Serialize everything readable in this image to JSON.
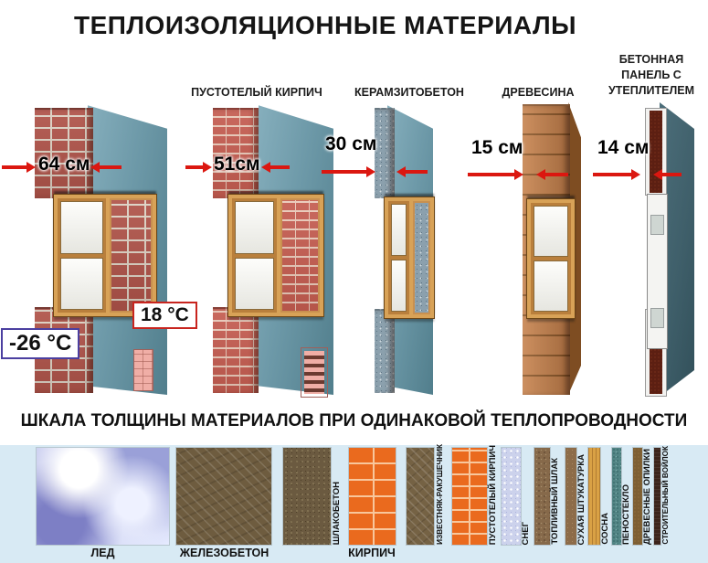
{
  "title": "ТЕПЛОИЗОЛЯЦИОННЫЕ МАТЕРИАЛЫ",
  "panels": [
    {
      "label": "",
      "material": "кирпич (сплошной)",
      "thickness": "64 см"
    },
    {
      "label": "ПУСТОТЕЛЫЙ КИРПИЧ",
      "material": "пустотелый кирпич",
      "thickness": "51см"
    },
    {
      "label": "КЕРАМЗИТОБЕТОН",
      "material": "керамзитобетон",
      "thickness": "30 см"
    },
    {
      "label": "ДРЕВЕСИНА",
      "material": "древесина",
      "thickness": "15 см"
    },
    {
      "label": "БЕТОННАЯ ПАНЕЛЬ С УТЕПЛИТЕЛЕМ",
      "material": "бетонная панель с утеплителем",
      "thickness": "14 см"
    }
  ],
  "temperatures": {
    "outside_label": "-26 °C",
    "inside_label": "18 °C"
  },
  "scale": {
    "title": "ШКАЛА ТОЛЩИНЫ МАТЕРИАЛОВ ПРИ ОДИНАКОВОЙ ТЕПЛОПРОВОДНОСТИ",
    "materials": [
      {
        "name": "ЛЕД"
      },
      {
        "name": "ЖЕЛЕЗОБЕТОН"
      },
      {
        "name": "ШЛАКОБЕТОН"
      },
      {
        "name": "КИРПИЧ"
      },
      {
        "name": "ИЗВЕСТНЯК-РАКУШЕЧНИК"
      },
      {
        "name": "ПУСТОТЕЛЫЙ КИРПИЧ"
      },
      {
        "name": "СНЕГ"
      },
      {
        "name": "ТОПЛИВНЫЙ ШЛАК"
      },
      {
        "name": "СУХАЯ ШТУКАТУРКА"
      },
      {
        "name": "СОСНА"
      },
      {
        "name": "ПЕНОСТЕКЛО"
      },
      {
        "name": "ДРЕВЕСНЫЕ ОПИЛКИ"
      },
      {
        "name": "СТРОИТЕЛЬНЫЙ ВОЙЛОК"
      }
    ]
  },
  "colors": {
    "arrow_red": "#db1710",
    "interior_wall_teal": "#6d99a8",
    "brick_red": "#b0544a",
    "orange_brick": "#ea6a1e",
    "strip_background": "#d8eaf4",
    "outside_temp_border": "#4b3fa0",
    "inside_temp_border": "#c8241e"
  }
}
